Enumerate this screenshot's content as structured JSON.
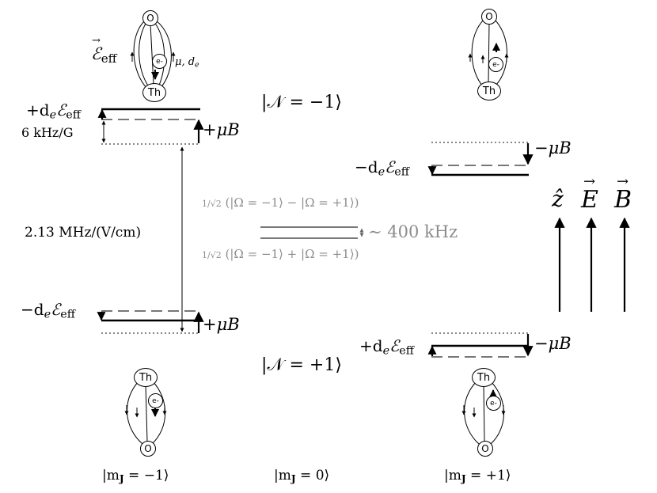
{
  "states": {
    "upper": "|𝒩 = −1⟩",
    "lower": "|𝒩 = +1⟩"
  },
  "columns": {
    "left": "|m",
    "left_eq": " = −1⟩",
    "middle": "|m",
    "middle_eq": " = 0⟩",
    "right": "|m",
    "right_eq": " = +1⟩",
    "sub": "J"
  },
  "labels": {
    "plus_de": "+d",
    "minus_de": "−d",
    "e_sub": "e",
    "eff_sym": "ℰ",
    "eff_sub": "eff",
    "plus_muB": "+μB",
    "minus_muB": "−μB",
    "zeeman": "6 kHz/G",
    "stark": "2.13 MHz/(V/cm)",
    "omega_minus": "(|Ω = −1⟩ − |Ω = +1⟩)",
    "omega_plus": "(|Ω = −1⟩ + |Ω = +1⟩)",
    "sqrt2": "1/√2",
    "splitting": "∼ 400 kHz",
    "z_axis": "ẑ",
    "e_field": "E",
    "b_field": "B",
    "vec_arrow": "→"
  },
  "molecule": {
    "oxygen": "O",
    "thorium": "Th",
    "electron": "e-",
    "eff_label": "ℰ",
    "eff_label_sub": "eff",
    "mu_label": "μ, d",
    "mu_label_sub": "e"
  }
}
